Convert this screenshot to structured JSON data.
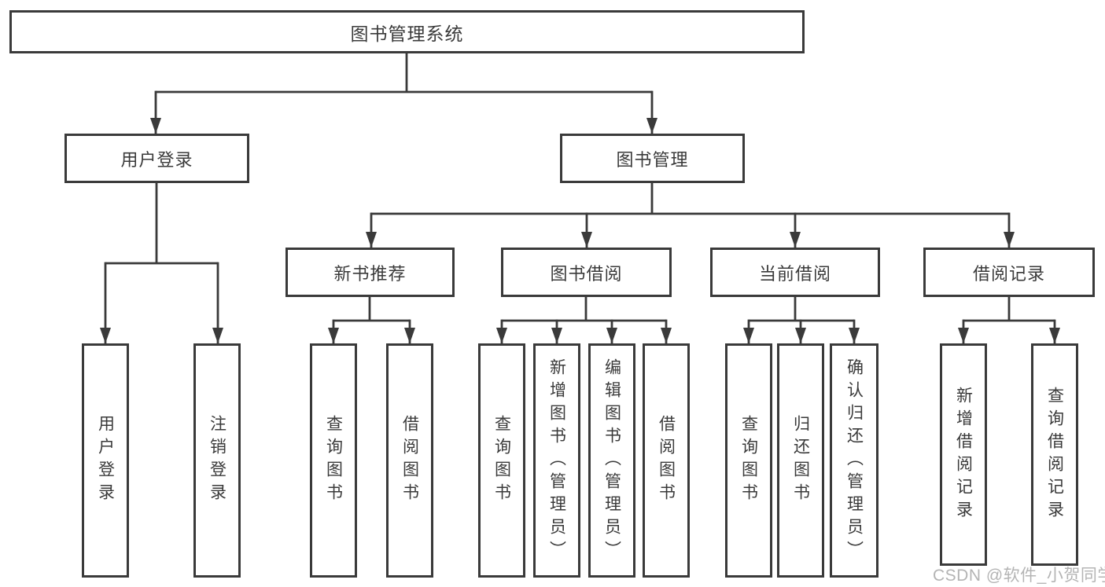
{
  "diagram": {
    "title": "图书管理系统",
    "root": {
      "label": "图书管理系统"
    },
    "level2": [
      {
        "label": "用户登录"
      },
      {
        "label": "图书管理"
      }
    ],
    "level3": [
      {
        "label": "新书推荐",
        "parent": "图书管理"
      },
      {
        "label": "图书借阅",
        "parent": "图书管理"
      },
      {
        "label": "当前借阅",
        "parent": "图书管理"
      },
      {
        "label": "借阅记录",
        "parent": "图书管理"
      }
    ],
    "leaves": [
      {
        "label": "用户登录",
        "parent": "用户登录"
      },
      {
        "label": "注销登录",
        "parent": "用户登录"
      },
      {
        "label": "查询图书",
        "parent": "新书推荐"
      },
      {
        "label": "借阅图书",
        "parent": "新书推荐"
      },
      {
        "label": "查询图书",
        "parent": "图书借阅"
      },
      {
        "label": "新增图书（管理员）",
        "parent": "图书借阅"
      },
      {
        "label": "编辑图书（管理员）",
        "parent": "图书借阅"
      },
      {
        "label": "借阅图书",
        "parent": "图书借阅"
      },
      {
        "label": "查询图书",
        "parent": "当前借阅"
      },
      {
        "label": "归还图书",
        "parent": "当前借阅"
      },
      {
        "label": "确认归还（管理员）",
        "parent": "当前借阅"
      },
      {
        "label": "新增借阅记录",
        "parent": "借阅记录"
      },
      {
        "label": "查询借阅记录",
        "parent": "借阅记录"
      }
    ]
  },
  "watermark": "CSDN @软件_小贺同学",
  "colors": {
    "line": "#3a3a3a",
    "text": "#3a3a3a",
    "box_background": "#ffffff",
    "watermark": "#b4b4b4",
    "page_background": "#ffffff"
  }
}
